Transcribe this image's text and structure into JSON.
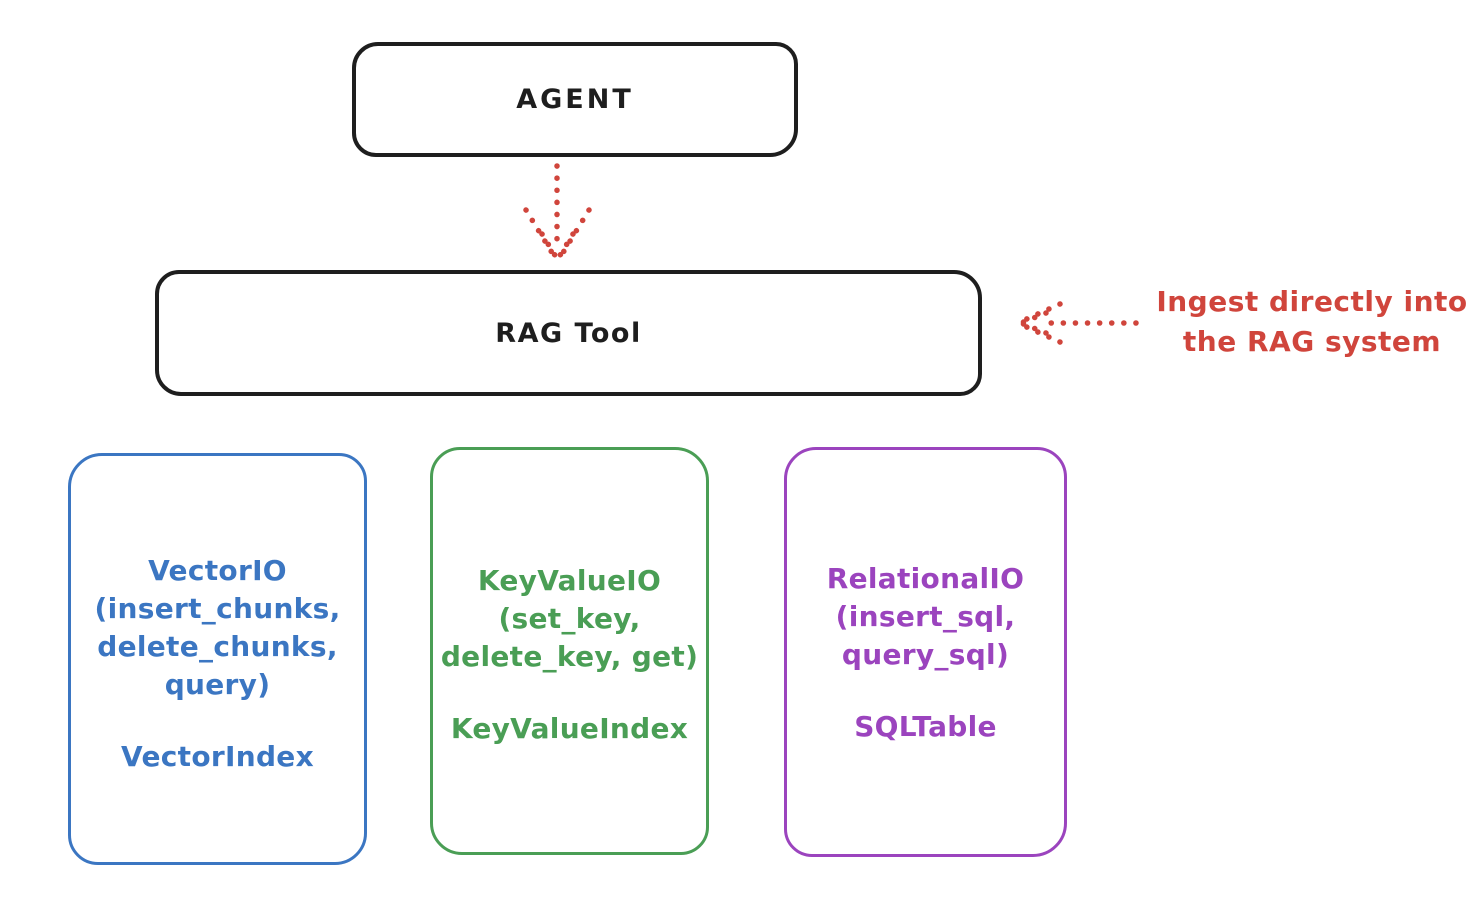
{
  "agent": {
    "label": "AGENT"
  },
  "rag_tool": {
    "label": "RAG Tool"
  },
  "annotation": {
    "line1": "Ingest directly into",
    "line2": "the RAG system"
  },
  "boxes": [
    {
      "name": "vector-io",
      "lines": [
        "VectorIO",
        "(insert_chunks,",
        "delete_chunks,",
        "query)"
      ],
      "footer": "VectorIndex",
      "color": "#3b76c2"
    },
    {
      "name": "key-value-io",
      "lines": [
        "KeyValueIO",
        "(set_key,",
        "delete_key, get)"
      ],
      "footer": "KeyValueIndex",
      "color": "#4a9e55"
    },
    {
      "name": "relational-io",
      "lines": [
        "RelationalIO",
        "(insert_sql,",
        "query_sql)"
      ],
      "footer": "SQLTable",
      "color": "#9b44be"
    }
  ],
  "colors": {
    "ink": "#1e1e1e",
    "accent_red": "#d0453c",
    "blue": "#3b76c2",
    "green": "#4a9e55",
    "purple": "#9b44be"
  }
}
